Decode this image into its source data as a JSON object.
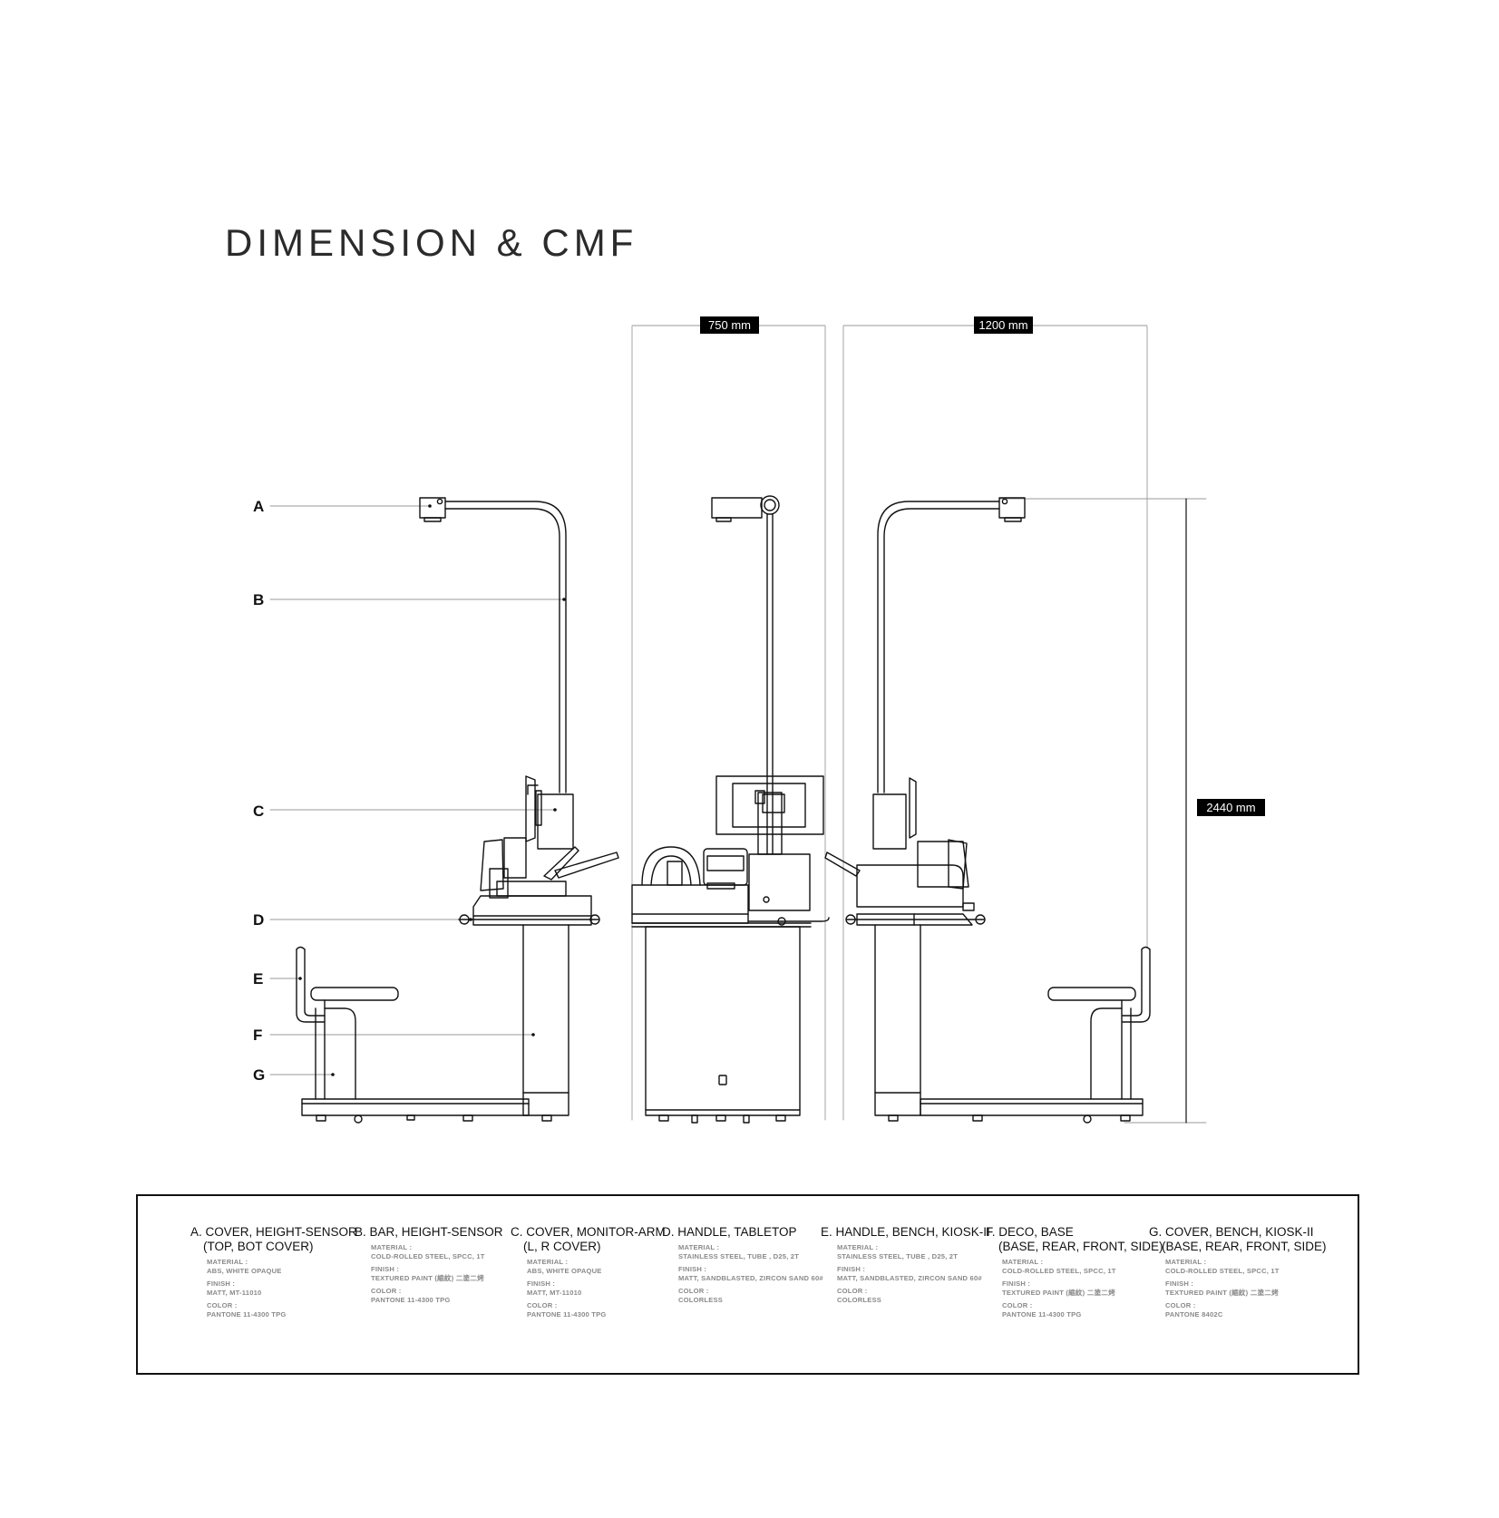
{
  "header": {
    "title": "DIMENSION & CMF"
  },
  "dimensions": {
    "depth": "750 mm",
    "width": "1200 mm",
    "height": "2440 mm"
  },
  "callouts": [
    "A",
    "B",
    "C",
    "D",
    "E",
    "F",
    "G"
  ],
  "legend": {
    "spec_labels": {
      "material": "MATERIAL :",
      "finish": "FINISH :",
      "color": "COLOR :"
    },
    "items": [
      {
        "title": "A. COVER, HEIGHT-SENSOR",
        "subtitle": "(TOP, BOT COVER)",
        "material": "ABS, WHITE OPAQUE",
        "finish": "MATT, MT-11010",
        "color": "PANTONE 11-4300 TPG"
      },
      {
        "title": "B. BAR, HEIGHT-SENSOR",
        "subtitle": "",
        "material": "COLD-ROLLED STEEL, SPCC, 1T",
        "finish": "TEXTURED PAINT (縮紋) 二塗二烤",
        "color": "PANTONE 11-4300 TPG"
      },
      {
        "title": "C. COVER, MONITOR-ARM",
        "subtitle": "(L, R COVER)",
        "material": "ABS, WHITE OPAQUE",
        "finish": "MATT, MT-11010",
        "color": "PANTONE 11-4300 TPG"
      },
      {
        "title": "D. HANDLE, TABLETOP",
        "subtitle": "",
        "material": "STAINLESS STEEL, TUBE , D25, 2T",
        "finish": "MATT, SANDBLASTED, ZIRCON SAND 60#",
        "color": "COLORLESS"
      },
      {
        "title": "E. HANDLE, BENCH, KIOSK-II",
        "subtitle": "",
        "material": "STAINLESS STEEL, TUBE , D25, 2T",
        "finish": "MATT, SANDBLASTED, ZIRCON SAND 60#",
        "color": "COLORLESS"
      },
      {
        "title": "F. DECO, BASE",
        "subtitle": "(BASE, REAR, FRONT, SIDE)",
        "material": "COLD-ROLLED STEEL, SPCC, 1T",
        "finish": "TEXTURED PAINT (縮紋) 二塗二烤",
        "color": "PANTONE 11-4300 TPG"
      },
      {
        "title": "G. COVER, BENCH, KIOSK-II",
        "subtitle": "(BASE, REAR, FRONT, SIDE)",
        "material": "COLD-ROLLED STEEL, SPCC, 1T",
        "finish": "TEXTURED PAINT (縮紋) 二塗二烤",
        "color": "PANTONE 8402C"
      }
    ]
  }
}
